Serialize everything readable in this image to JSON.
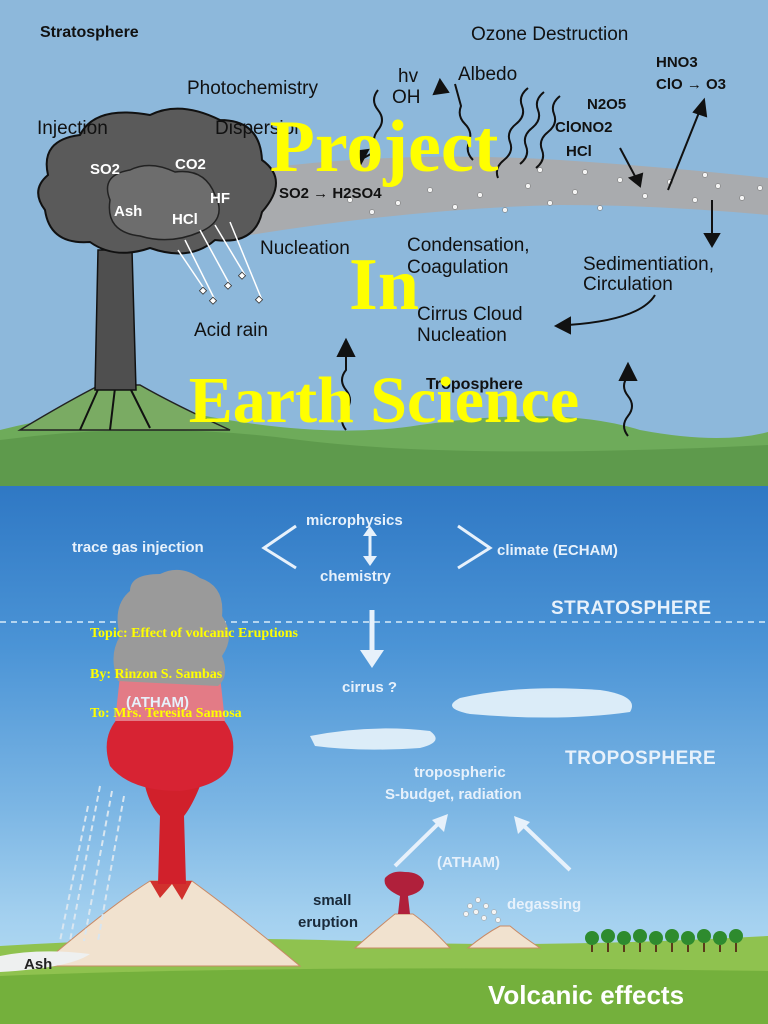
{
  "top_diagram": {
    "stratosphere": "Stratosphere",
    "ozone_destruction": "Ozone Destruction",
    "photochemistry": "Photochemistry",
    "hv": "hv",
    "oh": "OH",
    "albedo": "Albedo",
    "hno3": "HNO3",
    "clo_o3": "ClO → O3",
    "injection": "Injection",
    "dispersion": "Dispersion",
    "n2o5": "N2O5",
    "clono2": "ClONO2",
    "hcl_right": "HCl",
    "so2_cloud": "SO2",
    "co2": "CO2",
    "hf": "HF",
    "ash": "Ash",
    "hcl_cloud": "HCl",
    "so2_h2so4": "SO2 → H2SO4",
    "nucleation": "Nucleation",
    "condensation": "Condensation,",
    "coagulation": "Coagulation",
    "sedimentation": "Sedimentiation,",
    "circulation": "Circulation",
    "cirrus_cloud": "Cirrus Cloud",
    "cirrus_nucleation": "Nucleation",
    "acid_rain": "Acid rain",
    "troposphere": "Troposphere"
  },
  "title_overlay": {
    "line1": "Project",
    "line2": "In",
    "line3": "Earth Science"
  },
  "bottom_diagram": {
    "microphysics": "microphysics",
    "chemistry": "chemistry",
    "trace_gas_injection": "trace gas injection",
    "climate": "climate (ECHAM)",
    "stratosphere": "STRATOSPHERE",
    "cirrus": "cirrus ?",
    "atham_cloud": "(ATHAM)",
    "troposphere": "TROPOSPHERE",
    "tropospheric": "tropospheric",
    "s_budget": "S-budget, radiation",
    "atham_center": "(ATHAM)",
    "small": "small",
    "eruption": "eruption",
    "degassing": "degassing",
    "ash": "Ash",
    "caption": "Volcanic effects"
  },
  "info": {
    "topic": "Topic:  Effect of volcanic Eruptions",
    "by": "By: Rinzon S. Sambas",
    "to": "To: Mrs. Teresita Samosa"
  }
}
